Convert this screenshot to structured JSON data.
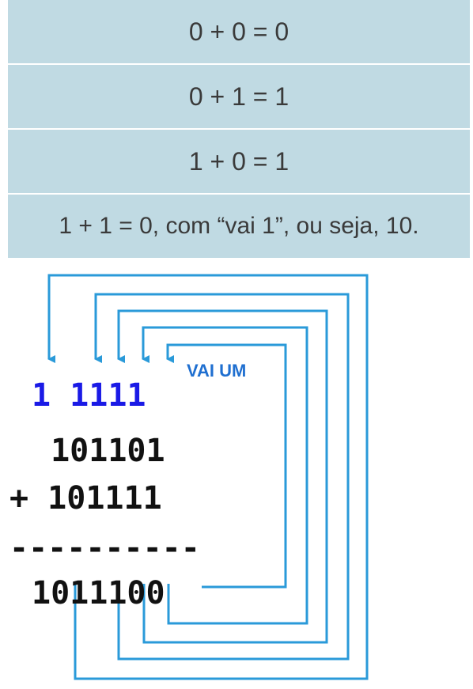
{
  "rules": [
    {
      "text": "0 + 0 = 0"
    },
    {
      "text": "0 + 1 = 1"
    },
    {
      "text": "1 + 0 = 1"
    },
    {
      "text": "1 + 1 = 0, com “vai 1”, ou seja, 10."
    }
  ],
  "diagram": {
    "carry": "1 1111",
    "carry_label": "VAI UM",
    "operand1": " 101101",
    "operand2": "+ 101111",
    "separator": "----------",
    "sum": "1011100",
    "colors": {
      "carry": "#1a1ae6",
      "arrows": "#2a9ad9",
      "label": "#1f6fd0"
    }
  }
}
